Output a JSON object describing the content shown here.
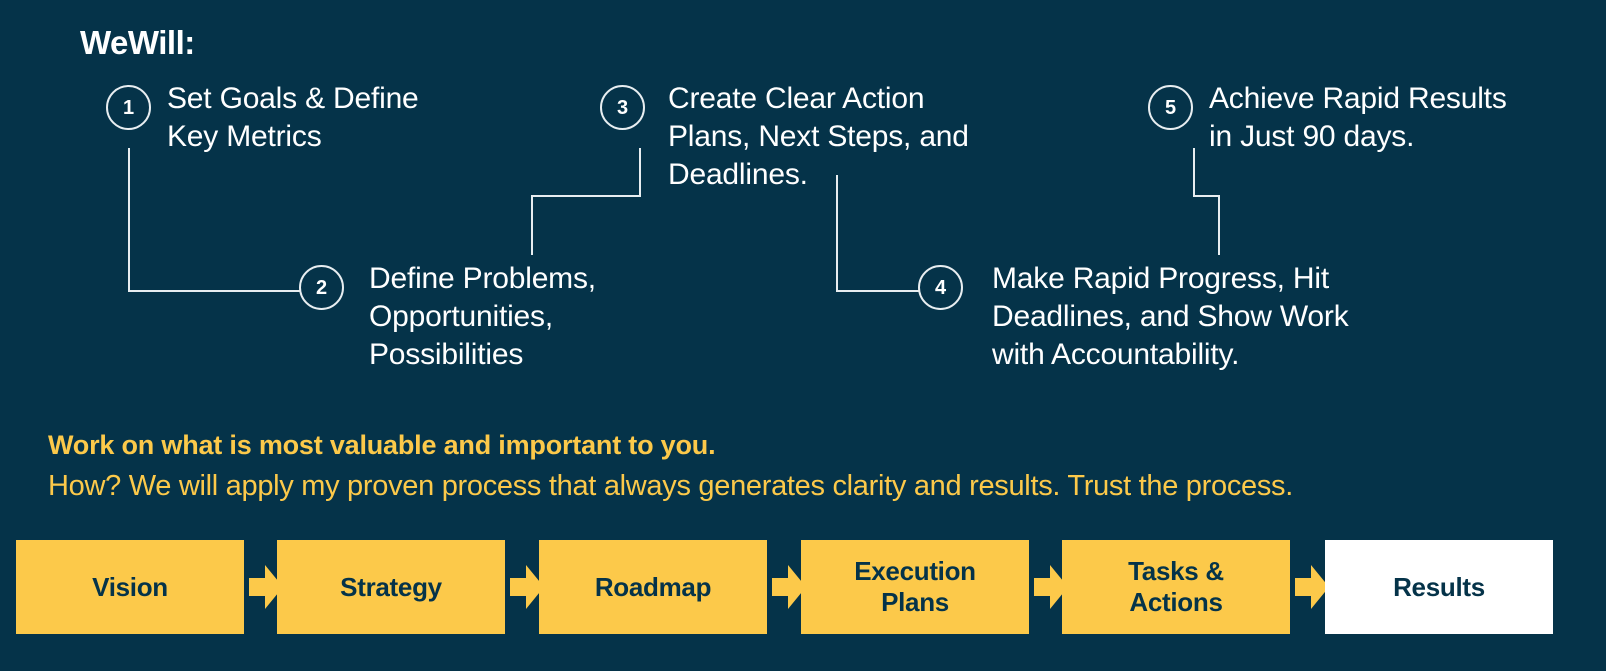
{
  "theme": {
    "background": "#053349",
    "accent_yellow": "#fcc94a",
    "text_white": "#ffffff",
    "box_light": "#ffffff",
    "line": "#e8eef1"
  },
  "heading": "WeWill:",
  "steps": [
    {
      "number": "1",
      "text": "Set Goals & Define\nKey Metrics"
    },
    {
      "number": "2",
      "text": "Define Problems,\nOpportunities,\nPossibilities"
    },
    {
      "number": "3",
      "text": "Create Clear Action\nPlans, Next Steps, and\nDeadlines."
    },
    {
      "number": "4",
      "text": "Make Rapid Progress, Hit\nDeadlines, and Show Work\nwith Accountability."
    },
    {
      "number": "5",
      "text": "Achieve Rapid Results\nin Just 90 days."
    }
  ],
  "tagline": {
    "bold": "Work on what is most valuable and important to you.",
    "regular": "How?  We will apply my proven process that always generates clarity and results.  Trust the process."
  },
  "process": {
    "boxes": [
      {
        "label": "Vision",
        "style": "accent"
      },
      {
        "label": "Strategy",
        "style": "accent"
      },
      {
        "label": "Roadmap",
        "style": "accent"
      },
      {
        "label": "Execution\nPlans",
        "style": "accent"
      },
      {
        "label": "Tasks &\nActions",
        "style": "accent"
      },
      {
        "label": "Results",
        "style": "light"
      }
    ],
    "arrow_count": 5
  }
}
